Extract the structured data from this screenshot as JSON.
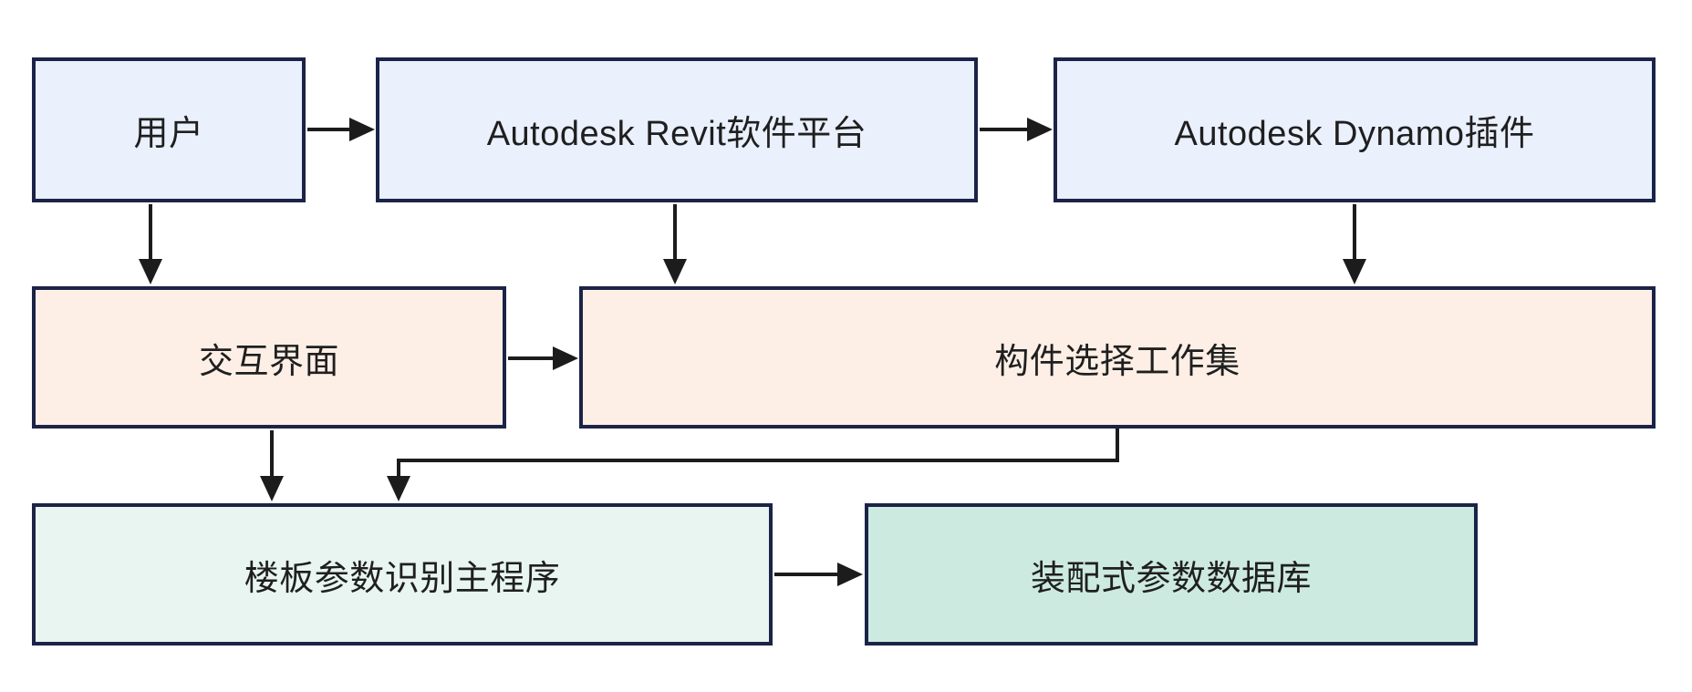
{
  "diagram": {
    "nodes": {
      "user": {
        "label": "用户",
        "fill": "#eaf0fc"
      },
      "revit": {
        "label": "Autodesk Revit软件平台",
        "fill": "#eaf0fc"
      },
      "dynamo": {
        "label": "Autodesk Dynamo插件",
        "fill": "#eaf0fc"
      },
      "ui": {
        "label": "交互界面",
        "fill": "#fdefe6"
      },
      "workset": {
        "label": "构件选择工作集",
        "fill": "#fdefe6"
      },
      "main_program": {
        "label": "楼板参数识别主程序",
        "fill": "#e8f5f0"
      },
      "database": {
        "label": "装配式参数数据库",
        "fill": "#cdeae0"
      }
    },
    "edges": [
      {
        "from": "用户",
        "to": "Autodesk Revit软件平台"
      },
      {
        "from": "Autodesk Revit软件平台",
        "to": "Autodesk Dynamo插件"
      },
      {
        "from": "用户",
        "to": "交互界面"
      },
      {
        "from": "Autodesk Revit软件平台",
        "to": "构件选择工作集"
      },
      {
        "from": "Autodesk Dynamo插件",
        "to": "构件选择工作集"
      },
      {
        "from": "交互界面",
        "to": "构件选择工作集"
      },
      {
        "from": "交互界面",
        "to": "楼板参数识别主程序"
      },
      {
        "from": "构件选择工作集",
        "to": "楼板参数识别主程序"
      },
      {
        "from": "楼板参数识别主程序",
        "to": "装配式参数数据库"
      }
    ],
    "colors": {
      "background": "#ffffff",
      "border": "#1b2347",
      "arrow": "#1c1c1c",
      "text": "#1f1f1f",
      "row1_fill": "#eaf0fc",
      "row2_fill": "#fdefe6",
      "row3_left_fill": "#e8f5f0",
      "row3_right_fill": "#cdeae0"
    }
  }
}
